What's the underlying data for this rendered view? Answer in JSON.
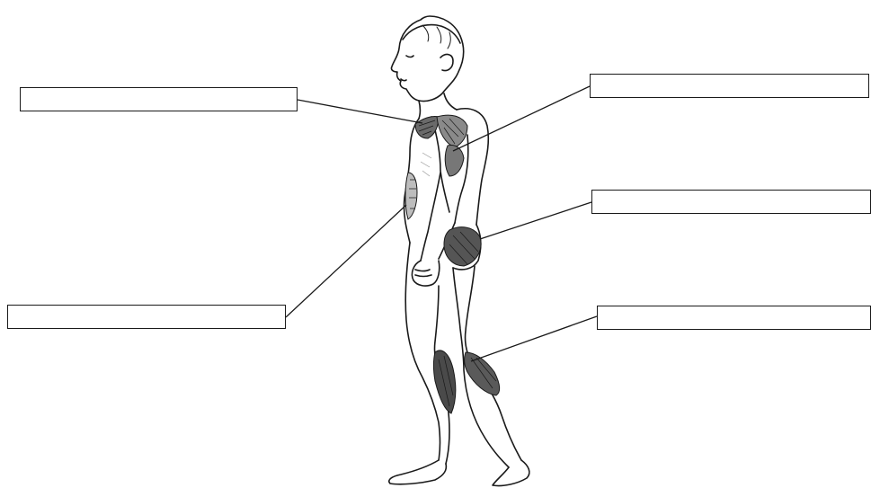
{
  "diagram": {
    "type": "fill-in-the-blank labeling worksheet",
    "label_boxes": [
      {
        "id": "top-left",
        "text": ""
      },
      {
        "id": "top-right",
        "text": ""
      },
      {
        "id": "mid-right",
        "text": ""
      },
      {
        "id": "bottom-left",
        "text": ""
      },
      {
        "id": "bottom-right",
        "text": ""
      }
    ],
    "colors": {
      "ink": "#1a1a1a",
      "muscle_shade": "#555555",
      "background": "#ffffff"
    }
  }
}
